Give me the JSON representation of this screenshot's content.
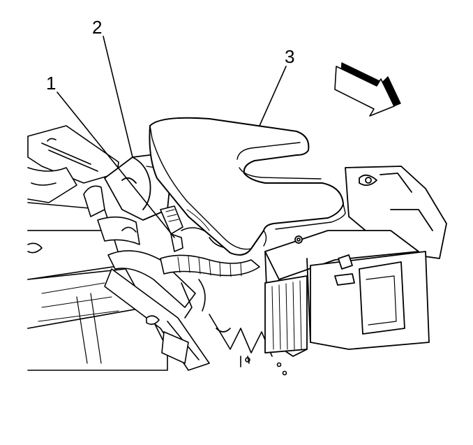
{
  "callouts": [
    {
      "id": "1",
      "text": "1"
    },
    {
      "id": "2",
      "text": "2"
    },
    {
      "id": "3",
      "text": "3"
    }
  ],
  "direction_arrow": {
    "icon": "forward-arrow-icon",
    "fill": "#ffffff",
    "shade": "#000000"
  },
  "colors": {
    "line": "#000000",
    "background": "#ffffff"
  }
}
